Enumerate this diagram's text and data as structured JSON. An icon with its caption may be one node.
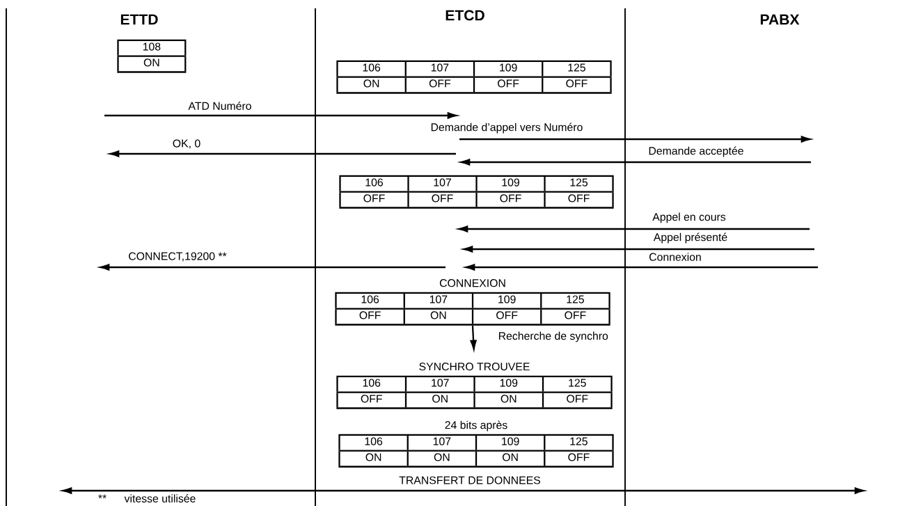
{
  "diagram": {
    "nodes": [
      {
        "text": [
          "108",
          "ON"
        ]
      },
      {
        "text": [
          "106",
          "107",
          "109",
          "125",
          "ON",
          "OFF",
          "OFF",
          "OFF"
        ]
      },
      {
        "text": [
          "106",
          "107",
          "109",
          "125",
          "OFF",
          "OFF",
          "OFF",
          "OFF"
        ]
      },
      {
        "text": [
          "CONNEXION",
          "106",
          "107",
          "109",
          "125",
          "OFF",
          "ON",
          "OFF",
          "OFF"
        ]
      },
      {
        "text": [
          "SYNCHRO TROUVEE",
          "106",
          "107",
          "109",
          "125",
          "OFF",
          "ON",
          "ON",
          "OFF"
        ]
      },
      {
        "text": [
          "24 bits après",
          "106",
          "107",
          "109",
          "125",
          "ON",
          "ON",
          "ON",
          "OFF"
        ]
      }
    ],
    "edges": [
      {
        "from": 3,
        "to": 4,
        "arrow": "to",
        "label": "Recherche de synchro"
      }
    ],
    "labels": [
      "ETTD",
      "ETCD",
      "PABX",
      "ATD Numéro",
      "Demande d’appel vers Numéro",
      "OK, 0",
      "Demande acceptée",
      "Appel en cours",
      "Appel présenté",
      "CONNECT,19200 **",
      "Connexion",
      "TRANSFERT DE DONNEES",
      "**",
      "vitesse utilisée"
    ]
  }
}
